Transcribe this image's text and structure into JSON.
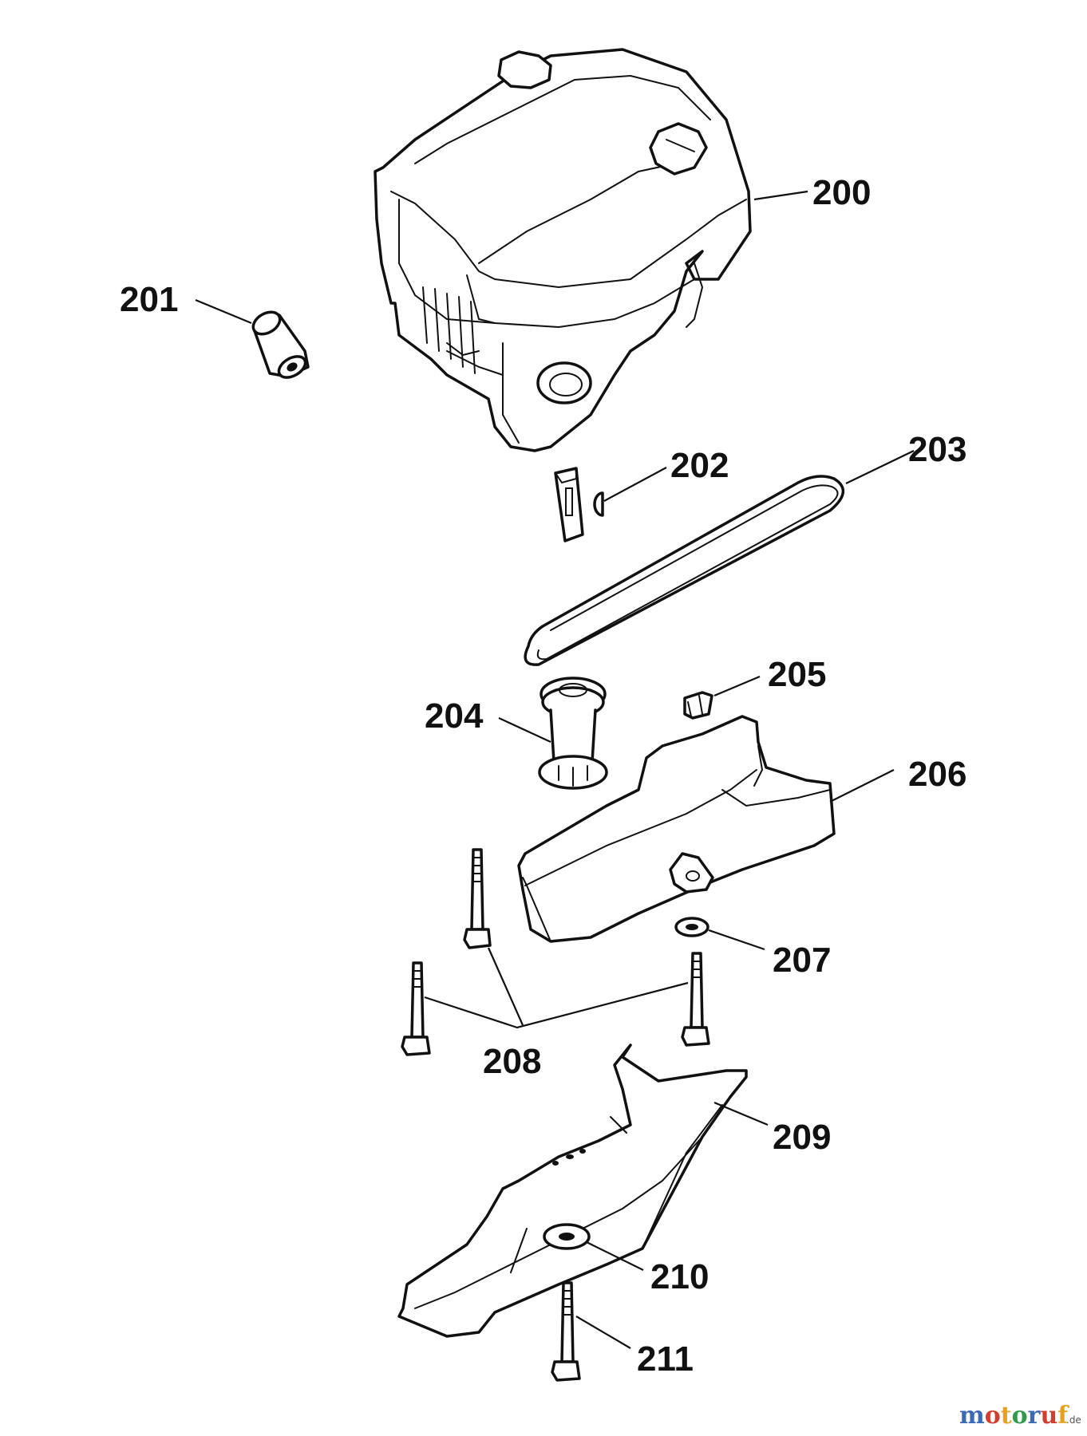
{
  "labels": {
    "l200": "200",
    "l201": "201",
    "l202": "202",
    "l203": "203",
    "l204": "204",
    "l205": "205",
    "l206": "206",
    "l207": "207",
    "l208": "208",
    "l209": "209",
    "l210": "210",
    "l211": "211"
  },
  "watermark": {
    "brand": "motoruf",
    "tld": ".de"
  }
}
